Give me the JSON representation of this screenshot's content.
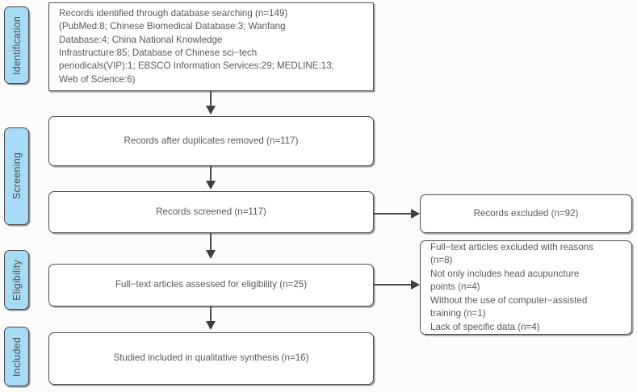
{
  "diagram": {
    "title": "PRISMA study selection flow diagram",
    "background_color": "#fbfbfb",
    "box_border_color": "#4d4d4d",
    "stage_tab_color": "#a6daf5",
    "text_color": "#58595b"
  },
  "stages": [
    {
      "id": "identification",
      "label": "Identification"
    },
    {
      "id": "screening",
      "label": "Screening"
    },
    {
      "id": "eligibility",
      "label": "Eligibility"
    },
    {
      "id": "included",
      "label": "Included"
    }
  ],
  "main_boxes": [
    {
      "id": "records-identified",
      "text": "Records identified through database searching (n=149)\n(PubMed:8; Chinese Biomedical Database:3; Wanfang\nDatabase:4; China National Knowledge\nInfrastructure:85; Database of Chinese sci−tech\nperiodicals(VIP):1; EBSCO Information Services:29; MEDLINE:13;\nWeb of Science:6)",
      "count": 149
    },
    {
      "id": "records-after-duplicates",
      "text": "Records after duplicates removed (n=117)",
      "count": 117
    },
    {
      "id": "records-screened",
      "text": "Records screened (n=117)",
      "count": 117
    },
    {
      "id": "fulltext-assessed",
      "text": "Full−text articles assessed for eligibility (n=25)",
      "count": 25
    },
    {
      "id": "studies-included",
      "text": "Studied included in qualitative synthesis (n=16)",
      "count": 16
    }
  ],
  "side_boxes": [
    {
      "id": "records-excluded",
      "text": "Records excluded (n=92)",
      "count": 92
    },
    {
      "id": "fulltext-excluded",
      "text": "Full−text articles excluded with reasons\n(n=8)\nNot only includes head acupuncture\npoints (n=4)\nWithout the use of computer−assisted\ntraining (n=1)\nLack of specific data (n=4)",
      "count": 8
    }
  ],
  "connectors": [
    {
      "id": "arrow-identified-to-dedup",
      "type": "down"
    },
    {
      "id": "arrow-dedup-to-screened",
      "type": "down"
    },
    {
      "id": "arrow-screened-to-excluded",
      "type": "right"
    },
    {
      "id": "arrow-screened-to-fulltext",
      "type": "down"
    },
    {
      "id": "arrow-fulltext-to-excluded",
      "type": "right"
    },
    {
      "id": "arrow-fulltext-to-included",
      "type": "down"
    }
  ]
}
